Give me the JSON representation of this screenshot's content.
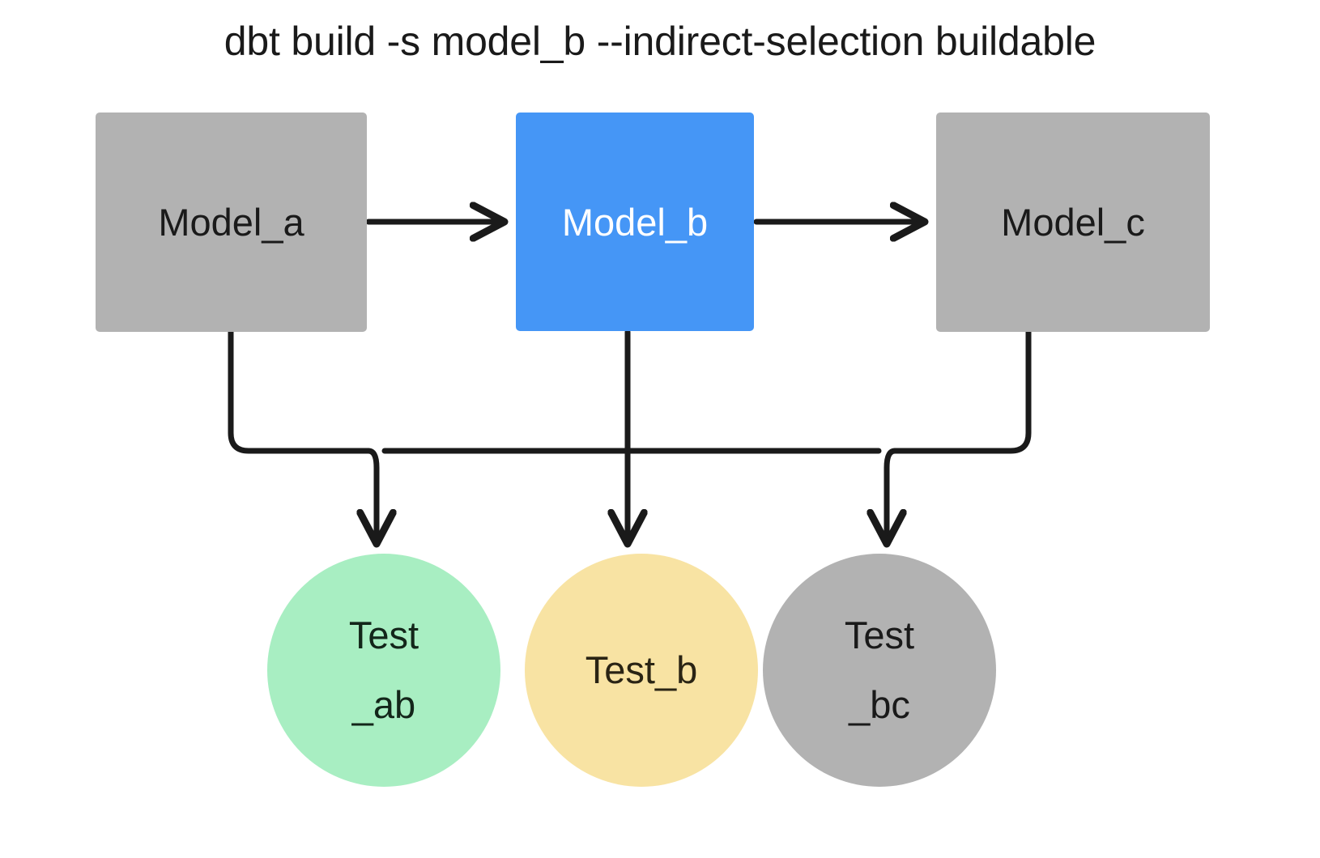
{
  "title": "dbt build -s model_b --indirect-selection buildable",
  "diagram": {
    "type": "dag",
    "nodes": [
      {
        "id": "model_a",
        "label": "Model_a",
        "shape": "rectangle",
        "fill": "#b2b2b2",
        "text_color": "#1a1a1a",
        "selected": false
      },
      {
        "id": "model_b",
        "label": "Model_b",
        "shape": "rectangle",
        "fill": "#4596f6",
        "text_color": "#ffffff",
        "selected": true
      },
      {
        "id": "model_c",
        "label": "Model_c",
        "shape": "rectangle",
        "fill": "#b2b2b2",
        "text_color": "#1a1a1a",
        "selected": false
      },
      {
        "id": "test_ab",
        "label": "Test_ab",
        "label_line1": "Test",
        "label_line2": "_ab",
        "shape": "circle",
        "fill": "#a8eec2",
        "text_color": "#13261a",
        "selected": true
      },
      {
        "id": "test_b",
        "label": "Test_b",
        "label_line1": "Test_b",
        "label_line2": "",
        "shape": "circle",
        "fill": "#f8e3a3",
        "text_color": "#2a2414",
        "selected": true
      },
      {
        "id": "test_bc",
        "label": "Test_bc",
        "label_line1": "Test",
        "label_line2": "_bc",
        "shape": "circle",
        "fill": "#b2b2b2",
        "text_color": "#1a1a1a",
        "selected": false
      }
    ],
    "edges": [
      {
        "from": "model_a",
        "to": "model_b",
        "style": "straight-arrow"
      },
      {
        "from": "model_b",
        "to": "model_c",
        "style": "straight-arrow"
      },
      {
        "from": "model_a",
        "to": "test_ab",
        "style": "elbow-arrow"
      },
      {
        "from": "model_b",
        "to": "test_ab",
        "style": "elbow-arrow"
      },
      {
        "from": "model_b",
        "to": "test_b",
        "style": "straight-arrow"
      },
      {
        "from": "model_b",
        "to": "test_bc",
        "style": "elbow-arrow"
      },
      {
        "from": "model_c",
        "to": "test_bc",
        "style": "elbow-arrow"
      }
    ],
    "colors": {
      "line": "#1a1a1a",
      "background": "#ffffff",
      "gray_node": "#b2b2b2",
      "blue_selected": "#4596f6",
      "green_test": "#a8eec2",
      "yellow_test": "#f8e3a3"
    }
  }
}
